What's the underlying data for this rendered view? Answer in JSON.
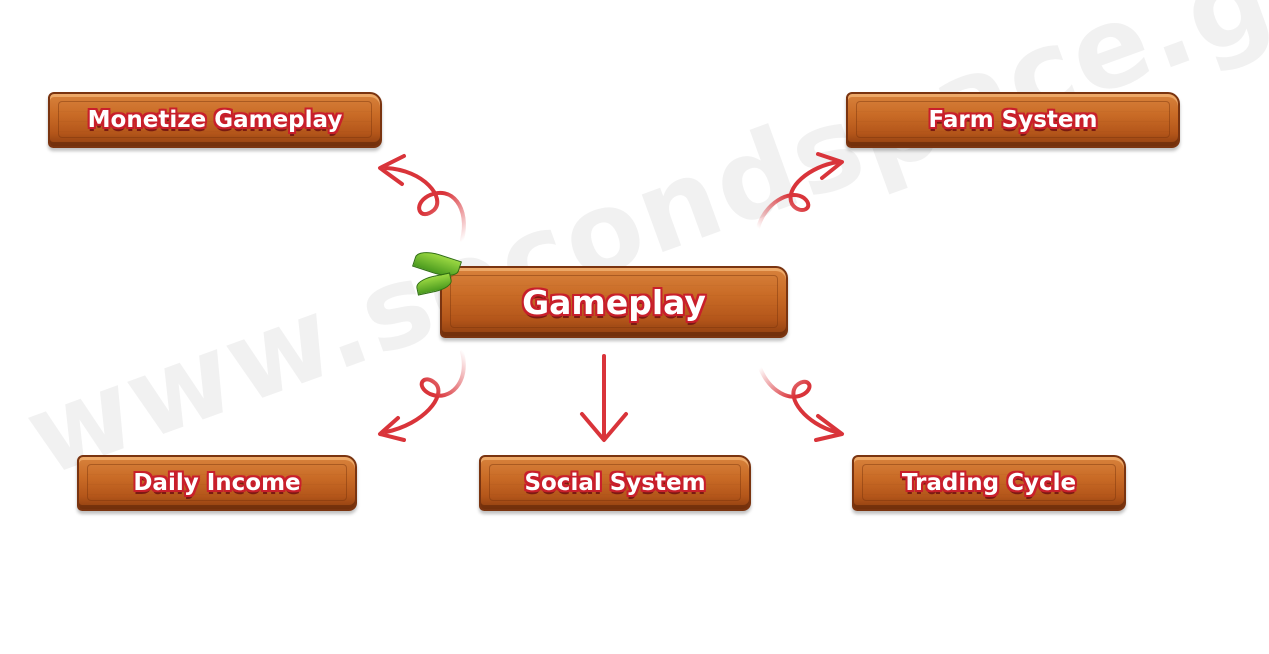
{
  "watermark": "www.secondspace.game",
  "center": {
    "label": "Gameplay"
  },
  "nodes": [
    {
      "id": "monetize",
      "label": "Monetize Gameplay"
    },
    {
      "id": "farm",
      "label": "Farm System"
    },
    {
      "id": "daily",
      "label": "Daily Income"
    },
    {
      "id": "social",
      "label": "Social System"
    },
    {
      "id": "trading",
      "label": "Trading Cycle"
    }
  ],
  "colors": {
    "arrow": "#d9343a",
    "wood": "#c96b26",
    "wood_dark": "#7a3410",
    "label_outline": "#c81f2b",
    "leaf": "#6cb82a"
  }
}
